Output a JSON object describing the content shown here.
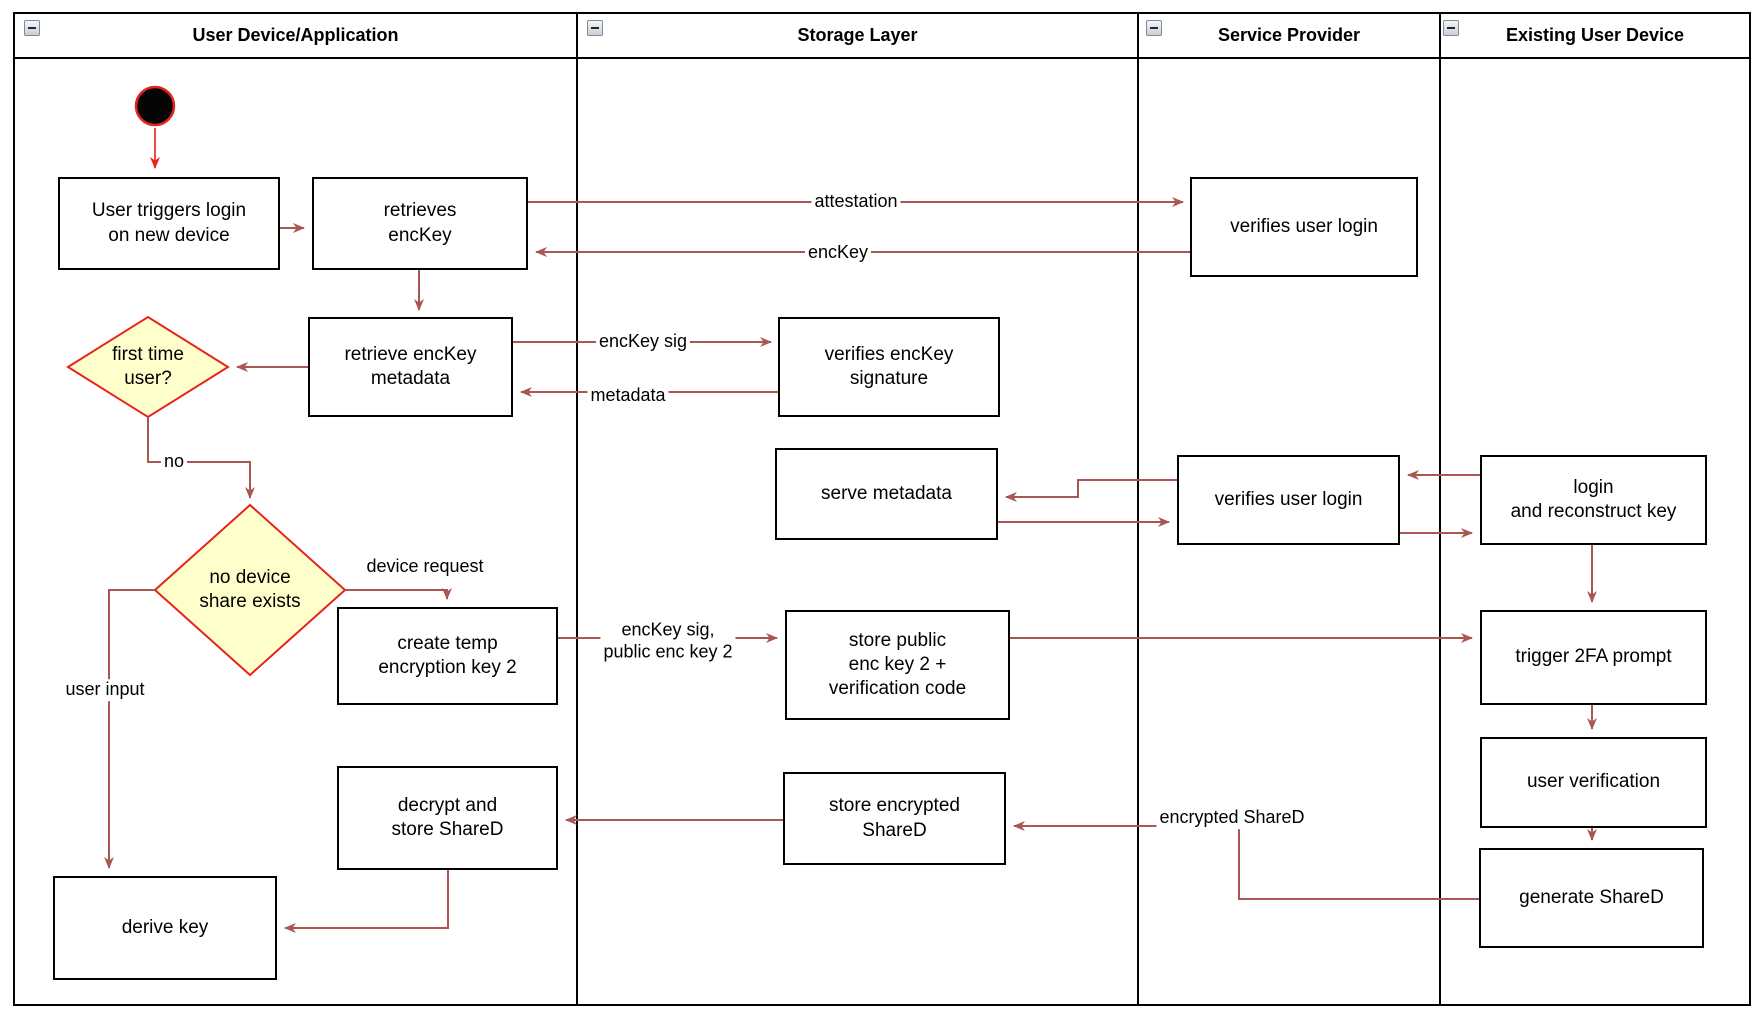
{
  "diagram": {
    "lanes": [
      {
        "title": "User Device/Application",
        "collapse_icon": "minus"
      },
      {
        "title": "Storage Layer",
        "collapse_icon": "minus"
      },
      {
        "title": "Service Provider",
        "collapse_icon": "minus"
      },
      {
        "title": "Existing User Device",
        "collapse_icon": "minus"
      }
    ],
    "nodes": {
      "user_triggers": "User triggers login\non new device",
      "retrieves_enckey": "retrieves\nencKey",
      "verifies_user_login_1": "verifies user login",
      "retrieve_metadata": "retrieve encKey\nmetadata",
      "verifies_signature": "verifies encKey\nsignature",
      "serve_metadata": "serve metadata",
      "verifies_user_login_2": "verifies user login",
      "login_reconstruct": "login\nand reconstruct key",
      "create_temp": "create temp\nencryption key 2",
      "store_public": "store public\nenc key 2 +\nverification code",
      "trigger_2fa": "trigger 2FA prompt",
      "user_verification": "user verification",
      "decrypt_store": "decrypt and\nstore ShareD",
      "store_encrypted": "store encrypted\nShareD",
      "generate_shared": "generate ShareD",
      "derive_key": "derive key"
    },
    "decisions": {
      "first_time_user": "first time\nuser?",
      "no_device_share": "no device\nshare exists"
    },
    "edge_labels": {
      "attestation": "attestation",
      "enckey": "encKey",
      "enckey_sig": "encKey sig",
      "metadata": "metadata",
      "no": "no",
      "device_request": "device request",
      "enckey_sig_pub": "encKey sig,\npublic enc key 2",
      "user_input": "user input",
      "encrypted_shared": "encrypted ShareD"
    },
    "colors": {
      "edge": "#a85752",
      "decision_fill": "#ffffcc",
      "decision_border": "#e8231d",
      "start_fill": "#050505",
      "start_border": "#e8231d",
      "node_border": "#000000",
      "node_fill": "#ffffff"
    }
  }
}
